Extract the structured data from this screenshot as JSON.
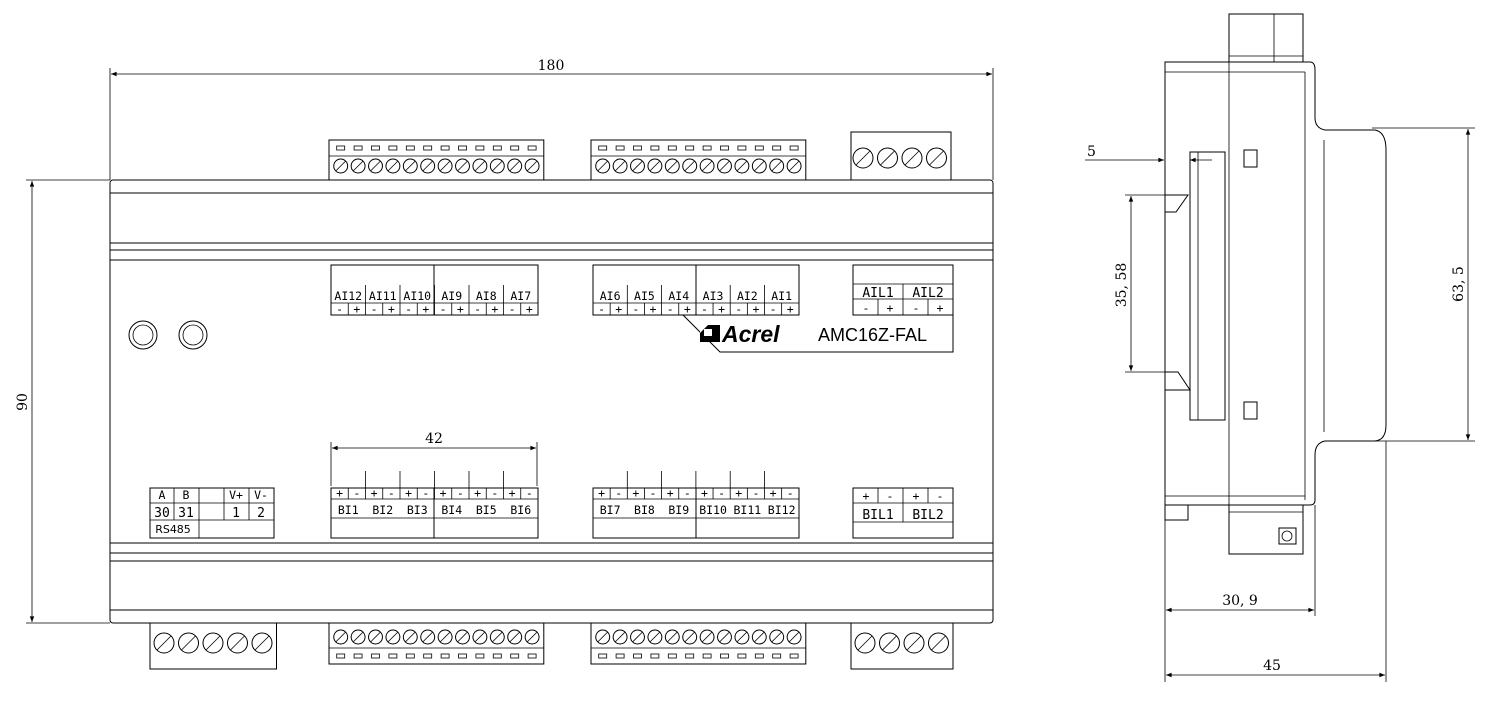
{
  "front_view": {
    "width_dim": "180",
    "height_dim": "90",
    "pitch_dim": "42",
    "brand": "Acrel",
    "model": "AMC16Z-FAL",
    "ai_group_left": [
      "AI12",
      "AI11",
      "AI10",
      "AI9",
      "AI8",
      "AI7"
    ],
    "ai_group_right": [
      "AI6",
      "AI5",
      "AI4",
      "AI3",
      "AI2",
      "AI1"
    ],
    "ail": [
      "AIL1",
      "AIL2"
    ],
    "bi_group_left": [
      "BI1",
      "BI2",
      "BI3",
      "BI4",
      "BI5",
      "BI6"
    ],
    "bi_group_right": [
      "BI7",
      "BI8",
      "BI9",
      "BI10",
      "BI11",
      "BI12"
    ],
    "bil": [
      "BIL1",
      "BIL2"
    ],
    "polarity_minus_plus": [
      "-",
      "+"
    ],
    "polarity_plus_minus": [
      "+",
      "-"
    ],
    "comm": {
      "headers": [
        "A",
        "B",
        "V+",
        "V-"
      ],
      "numbers": [
        "30",
        "31",
        "1",
        "2"
      ],
      "bus_label": "RS485"
    }
  },
  "side_view": {
    "offset_dim": "5",
    "rail_dim": "35, 58",
    "height_dim": "63, 5",
    "depth_dim": "30, 9",
    "total_depth_dim": "45"
  }
}
